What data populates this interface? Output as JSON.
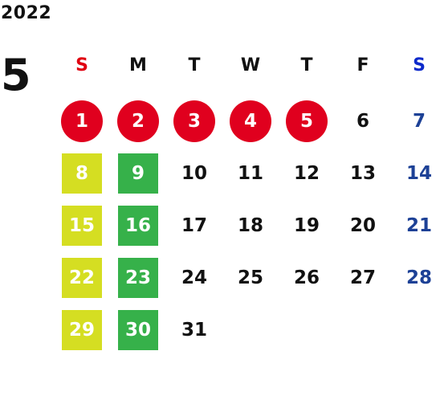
{
  "calendar": {
    "year": "2022",
    "month": "5",
    "weekdays": [
      "S",
      "M",
      "T",
      "W",
      "T",
      "F",
      "S"
    ],
    "weeks": [
      [
        {
          "label": "1",
          "style": "holiday"
        },
        {
          "label": "2",
          "style": "holiday"
        },
        {
          "label": "3",
          "style": "holiday"
        },
        {
          "label": "4",
          "style": "holiday"
        },
        {
          "label": "5",
          "style": "holiday"
        },
        {
          "label": "6",
          "style": "normal"
        },
        {
          "label": "7",
          "style": "saturday"
        }
      ],
      [
        {
          "label": "8",
          "style": "yellow"
        },
        {
          "label": "9",
          "style": "green"
        },
        {
          "label": "10",
          "style": "normal"
        },
        {
          "label": "11",
          "style": "normal"
        },
        {
          "label": "12",
          "style": "normal"
        },
        {
          "label": "13",
          "style": "normal"
        },
        {
          "label": "14",
          "style": "saturday"
        }
      ],
      [
        {
          "label": "15",
          "style": "yellow"
        },
        {
          "label": "16",
          "style": "green"
        },
        {
          "label": "17",
          "style": "normal"
        },
        {
          "label": "18",
          "style": "normal"
        },
        {
          "label": "19",
          "style": "normal"
        },
        {
          "label": "20",
          "style": "normal"
        },
        {
          "label": "21",
          "style": "saturday"
        }
      ],
      [
        {
          "label": "22",
          "style": "yellow"
        },
        {
          "label": "23",
          "style": "green"
        },
        {
          "label": "24",
          "style": "normal"
        },
        {
          "label": "25",
          "style": "normal"
        },
        {
          "label": "26",
          "style": "normal"
        },
        {
          "label": "27",
          "style": "normal"
        },
        {
          "label": "28",
          "style": "saturday"
        }
      ],
      [
        {
          "label": "29",
          "style": "yellow"
        },
        {
          "label": "30",
          "style": "green"
        },
        {
          "label": "31",
          "style": "normal"
        },
        {
          "label": "",
          "style": "empty"
        },
        {
          "label": "",
          "style": "empty"
        },
        {
          "label": "",
          "style": "empty"
        },
        {
          "label": "",
          "style": "empty"
        }
      ]
    ]
  },
  "colors": {
    "sunday_header": "#e00010",
    "saturday_header": "#0d2acb",
    "saturday_date": "#1d4196",
    "holiday_circle": "#e0001e",
    "yellow_box": "#d5de22",
    "green_box": "#36b14a",
    "text": "#111111"
  }
}
